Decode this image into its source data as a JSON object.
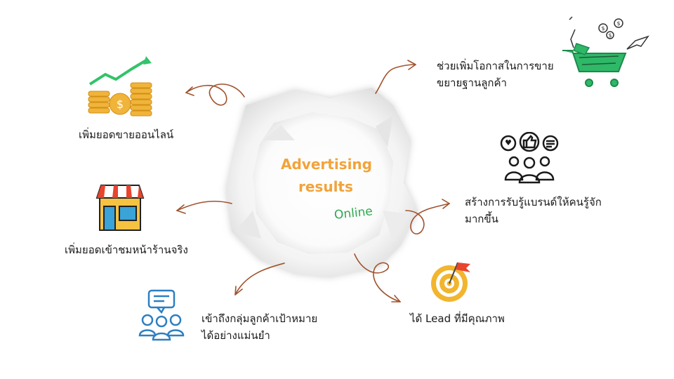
{
  "center": {
    "title_line1": "Advertising",
    "title_line2": "results",
    "subtitle": "Online"
  },
  "benefits": {
    "online_sales": "เพิ่มยอดขายออนไลน์",
    "store_visits": "เพิ่มยอดเข้าชมหน้าร้านจริง",
    "target_line1": "เข้าถึงกลุ่มลูกค้าเป้าหมาย",
    "target_line2": "ได้อย่างแม่นยำ",
    "sales_line1": "ช่วยเพิ่มโอกาสในการขาย",
    "sales_line2": "ขยายฐานลูกค้า",
    "brand_line1": "สร้างการรับรู้แบรนด์ให้คนรู้จัก",
    "brand_line2": "มากขึ้น",
    "lead": "ได้ Lead ที่มีคุณภาพ"
  },
  "icons": {
    "coins": "coins-growth-icon",
    "store": "storefront-icon",
    "audience": "audience-chat-icon",
    "cart": "shopping-cart-icon",
    "social": "social-reaction-icon",
    "target": "target-flag-icon"
  },
  "colors": {
    "accent_orange": "#f2a33a",
    "accent_green": "#2fa84f",
    "arrow_brown": "#a0522d",
    "text": "#1a1a1a"
  }
}
